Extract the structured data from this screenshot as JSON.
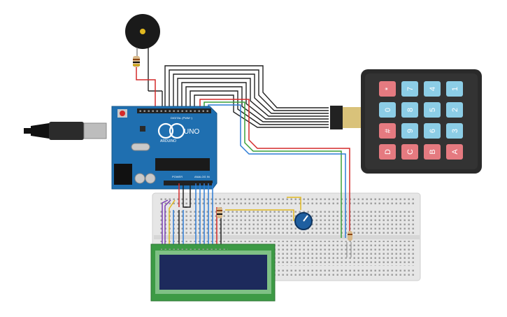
{
  "arduino": {
    "brand": "ARDUINO",
    "model": "UNO",
    "header_digital": "DIGITAL (PWM~)",
    "header_power": "POWER",
    "header_analog": "ANALOG IN",
    "board_color": "#1f6fb0"
  },
  "keypad": {
    "keys": [
      {
        "label": "*",
        "type": "red"
      },
      {
        "label": "7",
        "type": "blue"
      },
      {
        "label": "4",
        "type": "blue"
      },
      {
        "label": "1",
        "type": "blue"
      },
      {
        "label": "0",
        "type": "blue"
      },
      {
        "label": "8",
        "type": "blue"
      },
      {
        "label": "5",
        "type": "blue"
      },
      {
        "label": "2",
        "type": "blue"
      },
      {
        "label": "#",
        "type": "red"
      },
      {
        "label": "9",
        "type": "blue"
      },
      {
        "label": "6",
        "type": "blue"
      },
      {
        "label": "3",
        "type": "blue"
      },
      {
        "label": "D",
        "type": "red"
      },
      {
        "label": "C",
        "type": "red"
      },
      {
        "label": "B",
        "type": "red"
      },
      {
        "label": "A",
        "type": "red"
      }
    ],
    "red_key_color": "#e57a80",
    "blue_key_color": "#8ccde6"
  },
  "colors": {
    "wire_black": "#222222",
    "wire_red": "#d42a2a",
    "wire_green": "#3aa03a",
    "wire_blue": "#2f7dd6",
    "wire_yellow": "#e0b820",
    "wire_purple": "#7b3fb5",
    "lcd_pcb": "#3d9a45",
    "lcd_screen": "#1d2a5c",
    "breadboard": "#e6e6e6"
  },
  "components": [
    "buzzer",
    "resistor",
    "arduino-uno",
    "keypad-4x4",
    "breadboard",
    "potentiometer",
    "lcd-16x2",
    "usb-cable"
  ]
}
